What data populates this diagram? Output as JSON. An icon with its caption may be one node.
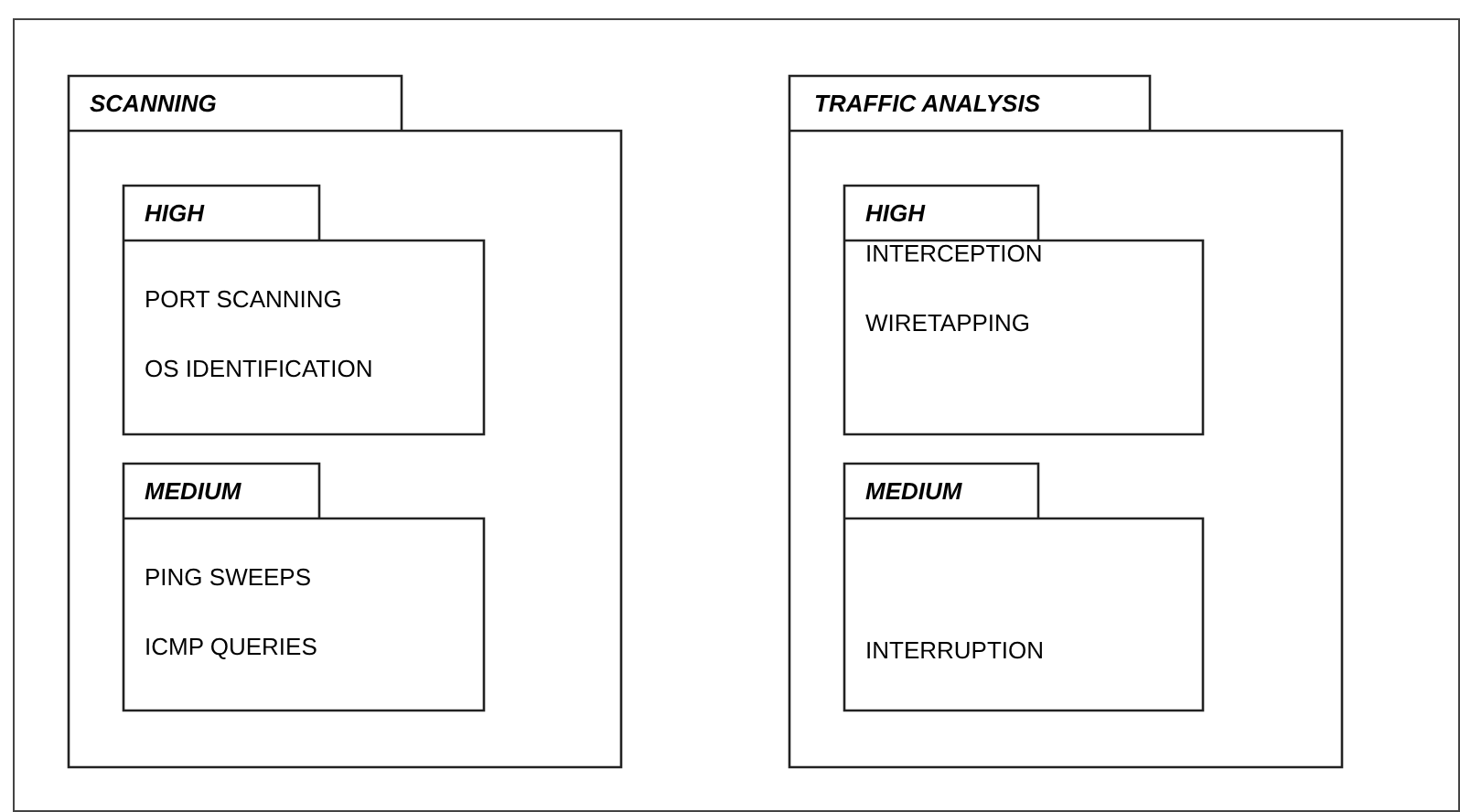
{
  "diagram": {
    "nodes": [
      {
        "text": [
          "SCANNING"
        ]
      },
      {
        "text": [
          "HIGH",
          "PORT SCANNING",
          "OS IDENTIFICATION"
        ],
        "in": 0
      },
      {
        "text": [
          "MEDIUM",
          "PING SWEEPS",
          "ICMP QUERIES"
        ],
        "in": 0
      },
      {
        "text": [
          "TRAFFIC ANALYSIS"
        ]
      },
      {
        "text": [
          "HIGH",
          "INTERCEPTION",
          "WIRETAPPING"
        ],
        "in": 3
      },
      {
        "text": [
          "MEDIUM",
          "INTERRUPTION"
        ],
        "in": 3
      }
    ]
  }
}
